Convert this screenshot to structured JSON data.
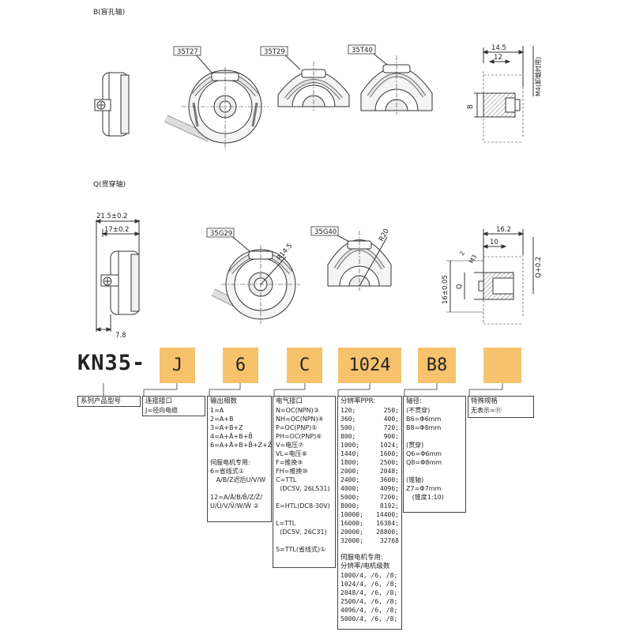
{
  "sections": {
    "blind_hole": "B(盲孔轴)",
    "through_hole": "Q(贯穿轴)"
  },
  "view_tags": {
    "b1": "35T27",
    "b2": "35T29",
    "b3": "35T40",
    "q1": "35G29",
    "q2": "35G40"
  },
  "dims": {
    "b_side_14_5": "14.5",
    "b_side_12": "12",
    "b_side_m4": "M4(卸载时用)",
    "b_side_b": "B",
    "q_left_21_5": "21.5±0.2",
    "q_left_17": "17±0.2",
    "q_left_7_8": "7.8",
    "q_r14_5": "R14.5",
    "q_r20": "R20",
    "q_side_16_2": "16.2",
    "q_side_10": "10",
    "q_side_2": "2",
    "q_side_m3": "M3",
    "q_side_q": "Q+0.2",
    "q_side_16": "16±0.05",
    "q_side_q2": "Q"
  },
  "model": {
    "prefix": "KN35-",
    "codes": [
      "J",
      "6",
      "C",
      "1024",
      "B8",
      ""
    ]
  },
  "panels": {
    "series": {
      "title": "系列产品型号"
    },
    "connect": {
      "title": "连接接口",
      "lines": [
        "J=径向电缆"
      ]
    },
    "output": {
      "title": "输出相数",
      "lines": [
        "1=A",
        "2=A+B",
        "3=A+B+Z",
        "4=A+Ā+B+B̄",
        "6=A+Ā+B+B̄+Z+Z̄",
        "",
        "伺服电机专用:",
        "6=省线式①",
        "   A/B/Z迟后U/V/W",
        "",
        "12=A/Ā/B/B̄/Z/Z̄/",
        "U/Ū/V/V̄/W/W̄ ②"
      ]
    },
    "electrical": {
      "title": "电气接口",
      "lines": [
        "N=OC(NPN)③",
        "NH=OC(NPN)④",
        "P=OC(PNP)⑤",
        "PH=OC(PNP)⑥",
        "V=电压⑦",
        "VL=电压⑧",
        "F=推挽⑨",
        "FH=推挽⑩",
        "C=TTL",
        "  (DC5V, 26LS31)",
        "",
        "E=HTL(DC8-30V)",
        "",
        "L=TTL",
        "  (DC5V, 26C31)",
        "",
        "S=TTL(省线式)①"
      ]
    },
    "resolution": {
      "title": "分辨率PPR:",
      "pairs": [
        [
          "120;",
          "250;"
        ],
        [
          "360;",
          "400;"
        ],
        [
          "500;",
          "720;"
        ],
        [
          "800;",
          "900;"
        ],
        [
          "1000;",
          "1024;"
        ],
        [
          "1440;",
          "1600;"
        ],
        [
          "1800;",
          "2500;"
        ],
        [
          "2000;",
          "2048;"
        ],
        [
          "2400;",
          "3600;"
        ],
        [
          "4000;",
          "4096;"
        ],
        [
          "5000;",
          "7200;"
        ],
        [
          "8000;",
          "8192;"
        ],
        [
          "10000;",
          "14400;"
        ],
        [
          "16000;",
          "16384;"
        ],
        [
          "20000;",
          "28800;"
        ],
        [
          "32000;",
          "32768"
        ]
      ],
      "servo_title": "伺服电机专用:",
      "servo_sub": "分辨率/电机级数",
      "servo_lines": [
        "1000/4, /6, /8;",
        "1024/4, /6, /8;",
        "2048/4, /6, /8;",
        "2500/4, /6, /8;",
        "4096/4, /6, /8;",
        "5000/4, /6, /8;"
      ]
    },
    "shaft": {
      "title": "轴径:",
      "lines": [
        "(不贯穿)",
        "B6=Φ6mm",
        "B8=Φ8mm",
        "",
        "(贯穿)",
        "Q6=Φ6mm",
        "Q8=Φ8mm",
        "",
        "(锥轴)",
        "Z7=Φ7mm",
        "   (锥度1:10)"
      ]
    },
    "special": {
      "title": "特殊规格",
      "lines": [
        "无表示=⑪"
      ]
    }
  }
}
